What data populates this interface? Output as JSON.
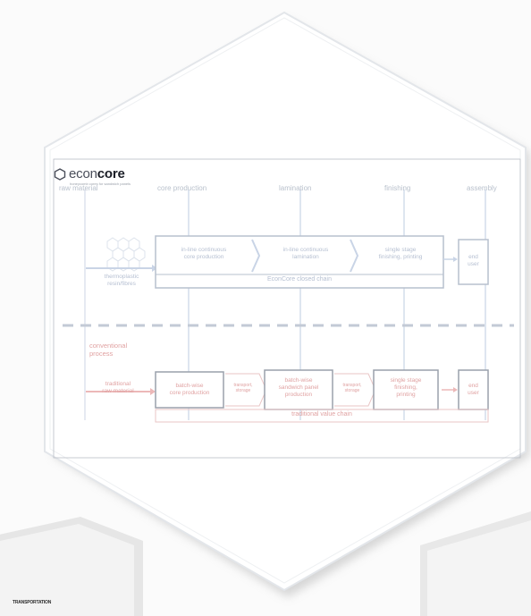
{
  "logo": {
    "text_light": "econ",
    "text_bold": "core",
    "tagline": "honeycomb cores for sandwich panels"
  },
  "header_labels": [
    "raw material",
    "core production",
    "lamination",
    "finishing",
    "assembly"
  ],
  "econcore_chain": {
    "input_label": "thermoplastic\nresin/fibres",
    "steps": [
      "in-line continuous\ncore production",
      "in-line continuous\nlamination",
      "single stage\nfinishing, printing"
    ],
    "end_label": "end\nuser",
    "chain_caption": "EconCore closed chain"
  },
  "conventional": {
    "process_label": "conventional\nprocess",
    "input_label": "traditional\nraw material",
    "steps": [
      "batch-wise\ncore production",
      "batch-wise\nsandwich panel\nproduction",
      "single stage\nfinishing,\nprinting"
    ],
    "transport_labels": [
      "transport,\nstorage",
      "transport,\nstorage"
    ],
    "end_label": "end\nuser",
    "chain_caption": "traditional value chain"
  },
  "lower_left_label": "TRANSPORTATION",
  "colors": {
    "blue_line": "#c9d4e6",
    "red_line": "#ecb8b8",
    "hex_border": "#e3e6ea",
    "background": "#fbfbfb"
  }
}
